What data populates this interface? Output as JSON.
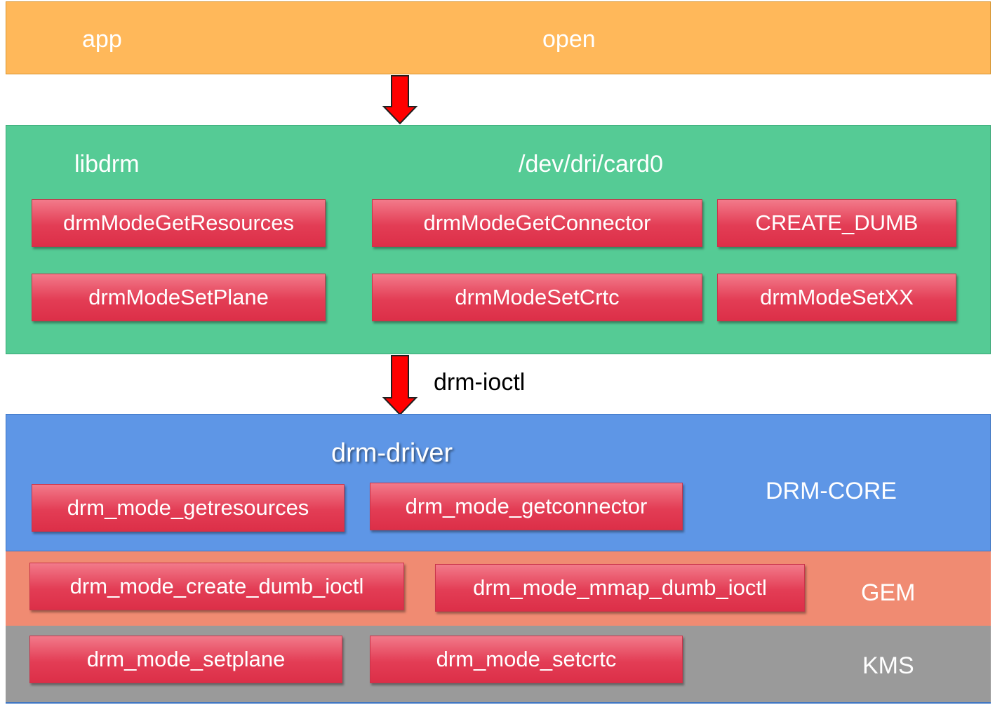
{
  "app_layer": {
    "label": "app",
    "call": "open"
  },
  "arrow1": {},
  "libdrm_layer": {
    "label": "libdrm",
    "device": "/dev/dri/card0",
    "functions": [
      "drmModeGetResources",
      "drmModeGetConnector",
      "CREATE_DUMB",
      "drmModeSetPlane",
      "drmModeSetCrtc",
      "drmModeSetXX"
    ]
  },
  "arrow2": {
    "label": "drm-ioctl"
  },
  "driver_layer": {
    "label": "drm-driver",
    "core_label": "DRM-CORE",
    "core_functions": [
      "drm_mode_getresources",
      "drm_mode_getconnector"
    ],
    "gem_label": "GEM",
    "gem_functions": [
      "drm_mode_create_dumb_ioctl",
      "drm_mode_mmap_dumb_ioctl"
    ],
    "kms_label": "KMS",
    "kms_functions": [
      "drm_mode_setplane",
      "drm_mode_setcrtc"
    ]
  },
  "colors": {
    "app": "#ffb85a",
    "libdrm": "#55cb95",
    "drm_core": "#5e96e6",
    "gem": "#f08b72",
    "kms": "#9a9a9a",
    "function_box": "#e8465d",
    "arrow": "#ff0000"
  }
}
